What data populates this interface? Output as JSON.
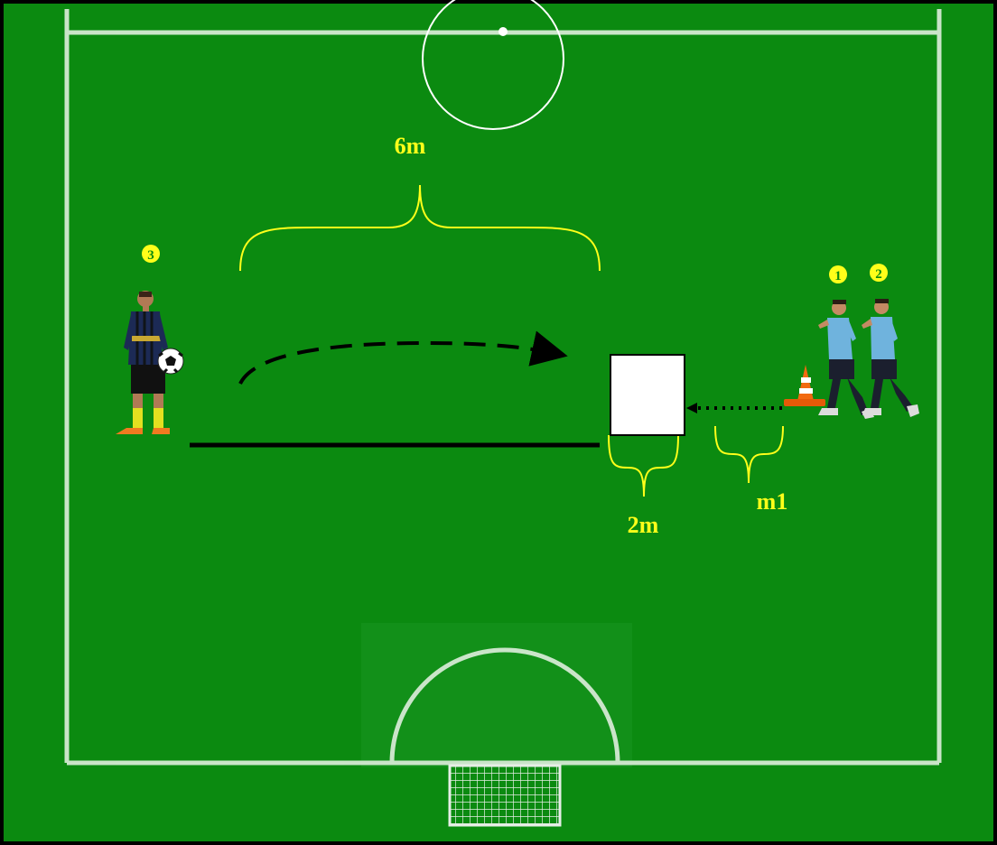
{
  "labels": {
    "distance_top": "6m",
    "distance_box": "2m",
    "distance_cone": "m1"
  },
  "markers": {
    "player_three": "3",
    "player_one": "1",
    "player_two": "2"
  },
  "colors": {
    "pitch": "#0b8a10",
    "pitch_dark": "#087a0c",
    "field_lines": "#dfeedd",
    "annotation": "#ffff1a",
    "border": "#000000",
    "box": "#ffffff",
    "cone_orange": "#f26a10",
    "inter_shirt": "#1c2a55",
    "uruguay_shirt": "#6fb3dd"
  },
  "icons": [
    "soccer-ball-icon",
    "training-cone-icon",
    "goal-net-icon"
  ]
}
